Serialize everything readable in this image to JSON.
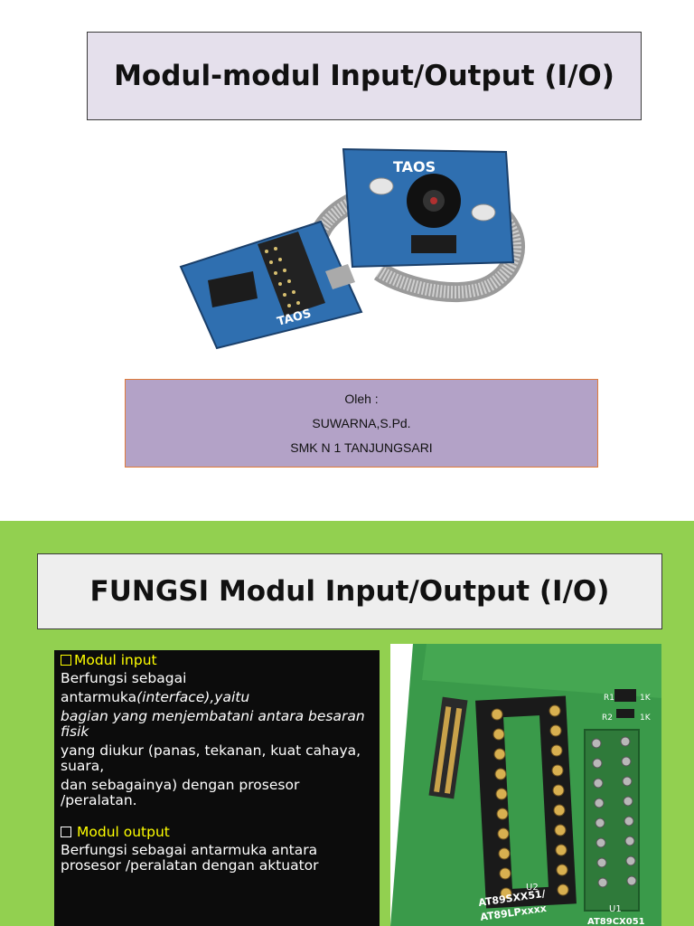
{
  "slide1": {
    "title": "Modul-modul Input/Output (I/O)",
    "module_label_top": "TAOS",
    "module_label_bottom": "TAOS",
    "author": {
      "line1": "Oleh :",
      "line2": "SUWARNA,S.Pd.",
      "line3": "SMK N 1 TANJUNGSARI"
    }
  },
  "slide2": {
    "title": "FUNGSI Modul Input/Output (I/O)",
    "input": {
      "heading": "Modul input",
      "line1": " Berfungsi   sebagai",
      "line2a": "antarmuka",
      "line2b": "(interface),yaitu",
      "line3": " bagian yang menjembatani antara besaran fisik",
      "line4": " yang diukur (panas, tekanan, kuat cahaya, suara,",
      "line5": " dan sebagainya) dengan prosesor /peralatan."
    },
    "output": {
      "heading": "Modul output",
      "line1": "Berfungsi sebagai antarmuka antara prosesor /peralatan dengan aktuator"
    },
    "pcb_labels": {
      "u2": "U2",
      "chip1": "AT89SXX51/",
      "chip2": "AT89LPxxxx",
      "u1": "U1",
      "chip3": "AT89CX051",
      "r1": "R1",
      "r2": "R2",
      "k1": "1K",
      "k2": "1K"
    }
  },
  "colors": {
    "slide2_bg": "#92d050",
    "title_box": "#e5e0ec",
    "author_box": "#b3a2c7",
    "pcb_green": "#3a9a4a",
    "module_blue": "#2f6fb0"
  }
}
